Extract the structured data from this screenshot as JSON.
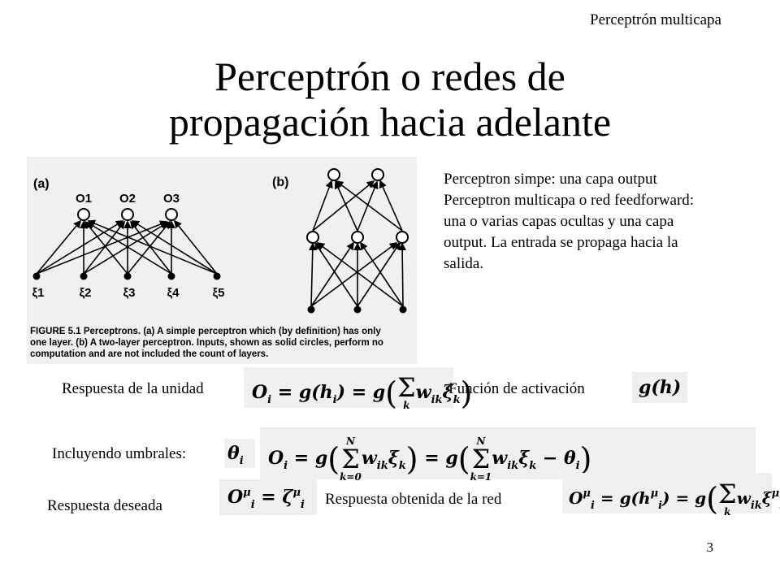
{
  "header": {
    "label": "Perceptrón multicapa"
  },
  "slide": {
    "title_line1": "Perceptrón o redes de",
    "title_line2": "propagación hacia adelante",
    "page_number": "3"
  },
  "figure": {
    "panel_a": "(a)",
    "panel_b": "(b)",
    "outputs_a": [
      "O1",
      "O2",
      "O3"
    ],
    "inputs_a": [
      "ξ1",
      "ξ2",
      "ξ3",
      "ξ4",
      "ξ5"
    ],
    "caption_line1": "FIGURE 5.1  Perceptrons. (a) A simple perceptron which (by definition) has only",
    "caption_line2": "one layer. (b) A two-layer perceptron. Inputs, shown as solid circles, perform no",
    "caption_line3": "computation and are not included the count of layers."
  },
  "description": {
    "line1": "Perceptron simpe: una capa output",
    "line2": "Perceptron multicapa o red feedforward: una o varias capas ocultas y una capa output. La entrada se propaga hacia la salida."
  },
  "labels": {
    "unit_response": "Respuesta de la unidad",
    "activation": "Función de activación",
    "thresholds": "Incluyendo umbrales:",
    "desired": "Respuesta deseada",
    "obtained": "Respuesta obtenida de la red"
  }
}
